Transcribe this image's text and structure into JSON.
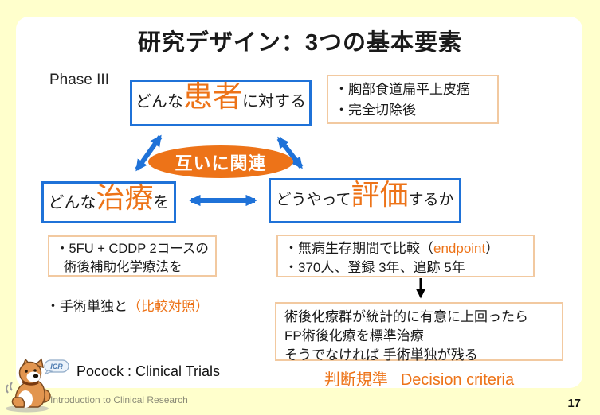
{
  "slide": {
    "title": "研究デザイン：3つの基本要素",
    "phase_label": "Phase III",
    "reference": "Pocock : Clinical Trials",
    "decision_caption_ja": "判断規準",
    "decision_caption_en": "Decision criteria",
    "footer_text": "Introduction to Clinical Research",
    "page_number": "17"
  },
  "boxes": {
    "patient": {
      "prefix": "どんな",
      "keyword": "患者",
      "suffix": "に対する"
    },
    "patient_detail": {
      "lines": [
        "・胸部食道扁平上皮癌",
        "・完全切除後"
      ]
    },
    "relation_ellipse": {
      "label": "互いに関連"
    },
    "treatment": {
      "prefix": "どんな",
      "keyword": "治療",
      "suffix": "を"
    },
    "evaluation": {
      "prefix": "どうやって",
      "keyword": "評価",
      "suffix": "するか"
    },
    "treatment_detail": {
      "line1": "・5FU + CDDP 2コースの",
      "line2": "術後補助化学療法を"
    },
    "evaluation_detail": {
      "line1_pre": "・無病生存期間で比較（",
      "line1_highlight": "endpoint",
      "line1_post": "）",
      "line2": "・370人、登録 3年、追跡 5年"
    },
    "comparison_note": {
      "pre": "・手術単独と",
      "highlight": "（比較対照）"
    },
    "decision": {
      "lines": [
        "術後化療群が統計的に有意に上回ったら",
        "FP術後化療を標準治療",
        "そうでなければ 手術単独が残る"
      ]
    }
  },
  "mascot": {
    "bubble_label": "ICR"
  },
  "colors": {
    "accent": "#ED7318",
    "blue": "#1F72D8",
    "tan": "#F2C9A0",
    "bg": "#FFFFCC",
    "footer_gray": "#8C8C78",
    "ink": "#1A1A1A"
  }
}
